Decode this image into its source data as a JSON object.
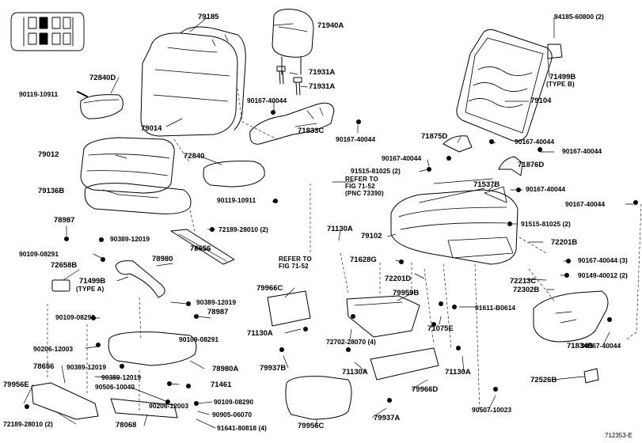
{
  "diagram_id": "712353-E",
  "labels": {
    "p79185": "79185",
    "p71940A": "71940A",
    "p94185": "94185-60800 (2)",
    "p72840D": "72840D",
    "p71931A_1": "71931A",
    "p71931A_2": "71931A",
    "p71499B_top": "71499B",
    "p71499B_top_type": "(TYPE B)",
    "p90119_top": "90119-10911",
    "p90167_1": "90167-40044",
    "p79104": "79104",
    "p79014": "79014",
    "p71833C": "71833C",
    "p90167_2": "90167-40044",
    "p71875D": "71875D",
    "p90167_3": "90167-40044",
    "p90167_4": "90167-40044",
    "p90167_5": "90167-40044",
    "p79012": "79012",
    "p72840": "72840",
    "p91515_1": "91515-81025 (2)",
    "p71876D": "71876D",
    "refer_fig_1": "REFER TO",
    "refer_fig_2": "FIG 71-52",
    "refer_fig_3": "(PNC 73390)",
    "p79136B": "79136B",
    "p71537B": "71537B",
    "p90167_6": "90167-40044",
    "p90119_mid": "90119-10911",
    "p90167_7": "90167-40044",
    "p91515_2": "91515-81025 (2)",
    "p78987_1": "78987",
    "p72189_1": "72189-28010 (2)",
    "p71130A_1": "71130A",
    "p90389_1": "90389-12019",
    "p79102": "79102",
    "p72201B": "72201B",
    "p90109_1": "90109-08291",
    "p78656_1": "78656",
    "refer_to_1": "REFER TO",
    "refer_to_2": "FIG 71-52",
    "p71628G": "71628G",
    "p90167_8": "90167-40044 (3)",
    "p72658B": "72658B",
    "p78980": "78980",
    "p71499B_mid": "71499B",
    "p71499B_mid_type": "(TYPE A)",
    "p72201D": "72201D",
    "p72213C": "72213C",
    "p90149": "90149-40012 (2)",
    "p79966C": "79966C",
    "p72302B": "72302B",
    "p79959B": "79959B",
    "p90389_2": "90389-12019",
    "p90109_2": "90109-08290",
    "p78987_2": "78987",
    "p91611": "91611-B0614",
    "p71130A_2": "71130A",
    "p90109_3": "90109-08291",
    "p71075E": "71075E",
    "p72702": "72702-28070 (4)",
    "p71834B": "71834B",
    "p90206_1": "90206-12003",
    "p90167_9": "90167-40044",
    "p78656_2": "78656",
    "p90389_3": "90389-12019",
    "p78980A": "78980A",
    "p79937B": "79937B",
    "p71130A_3": "71130A",
    "p71130A_4": "71130A",
    "p79966D": "79966D",
    "p79956E": "79956E",
    "p90389_4": "90389-12019",
    "p90506": "90506-10040",
    "p71461": "71461",
    "p72526B": "72526B",
    "p90109_4": "90109-08290",
    "p90206_2": "90206-12003",
    "p90905": "90905-06070",
    "p72189_2": "72189-28010 (2)",
    "p78068": "78068",
    "p91641": "91641-80818 (4)",
    "p79956C": "79956C",
    "p79937A": "79937A",
    "p90507": "90507-10023"
  }
}
